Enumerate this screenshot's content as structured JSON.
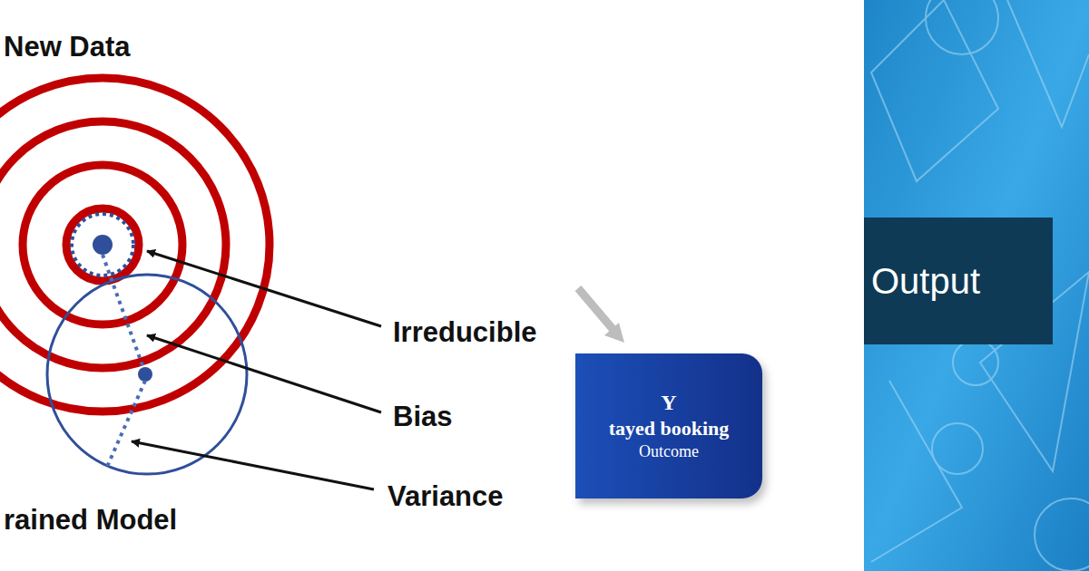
{
  "diagram": {
    "nodes": [
      {
        "text": [
          "Y",
          "tayed booking",
          "Outcome"
        ]
      },
      {
        "text": [
          "Output"
        ]
      }
    ],
    "labels": [
      "New Data",
      "Irreducible",
      "Bias",
      "Variance",
      "rained Model"
    ]
  }
}
